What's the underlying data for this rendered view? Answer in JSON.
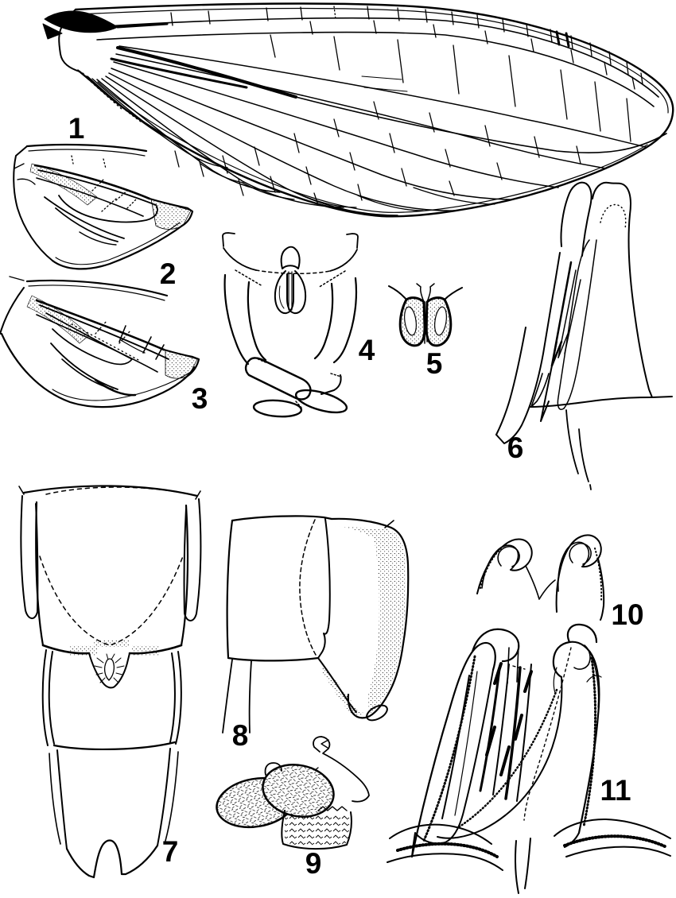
{
  "plate": {
    "background": "#ffffff",
    "ink": "#000000",
    "figures": [
      {
        "label": "1",
        "name": "forewing"
      },
      {
        "label": "2",
        "name": "hind-wing-upper"
      },
      {
        "label": "3",
        "name": "hind-wing-lower"
      },
      {
        "label": "4",
        "name": "genitalia-ventral-view"
      },
      {
        "label": "5",
        "name": "penes-detail"
      },
      {
        "label": "6",
        "name": "penes-lateral-view"
      },
      {
        "label": "7",
        "name": "abdominal-segments-dorsal-view"
      },
      {
        "label": "8",
        "name": "abdominal-segment-lateral-view"
      },
      {
        "label": "9",
        "name": "egg-structures"
      },
      {
        "label": "10",
        "name": "penes-apices"
      },
      {
        "label": "11",
        "name": "genitalia-detail-view"
      }
    ]
  }
}
